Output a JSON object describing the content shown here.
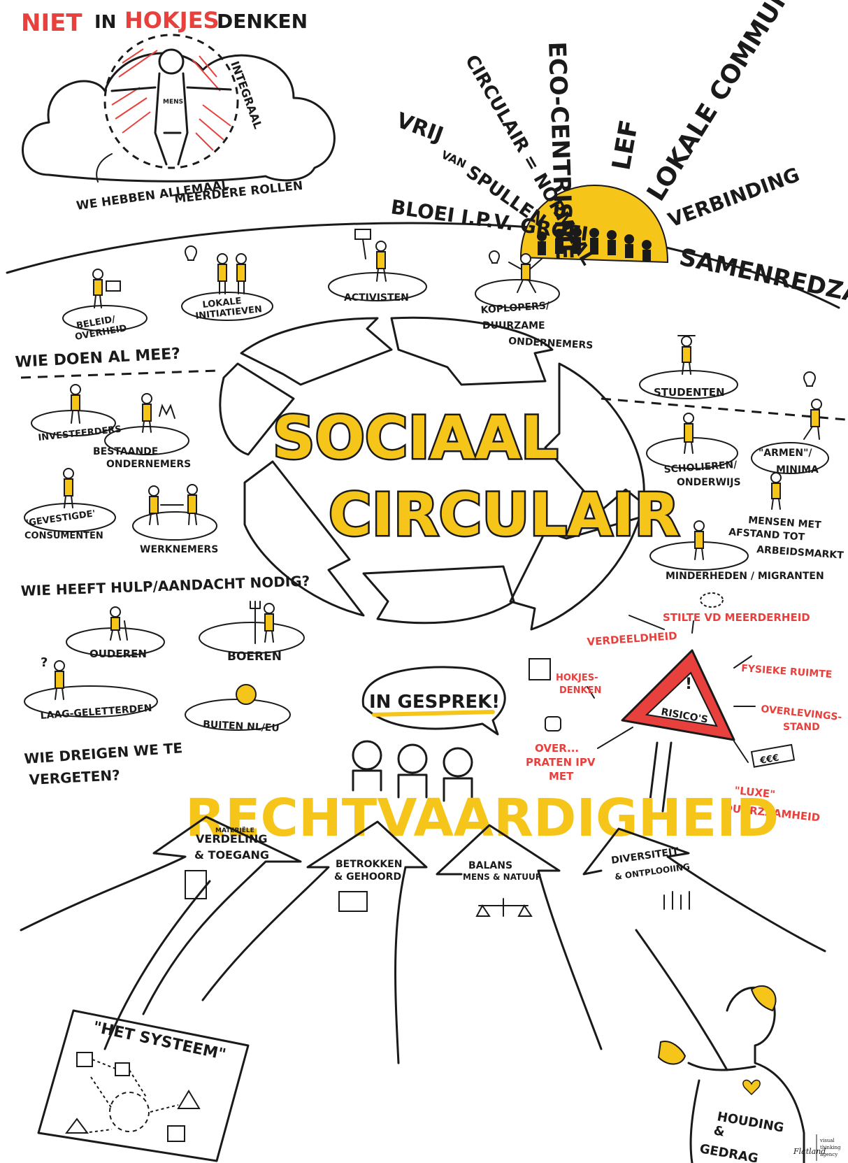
{
  "title": {
    "part1": "NIET",
    "part2": "IN",
    "part3": "HOKJES",
    "part4": "DENKEN"
  },
  "cloud": {
    "person_label": "MENS",
    "side_label": "INTEGRAAL",
    "roles_line1": "WE HEBBEN ALLEMAAL",
    "roles_line2": "MEERDERE ROLLEN"
  },
  "sun_words": [
    "VRIJ",
    "VAN",
    "SPULLEN",
    "CIRCULAIR = NORMAAL",
    "ECO-CENTRISME",
    "LEF",
    "LOKALE COMMUNITIES",
    "VERBINDING",
    "SAMENREDZAAM",
    "BLOEI I.P.V. GROEI"
  ],
  "center": {
    "line1": "SOCIAAL",
    "line2": "CIRCULAIR"
  },
  "headings": {
    "participating": "WIE DOEN AL MEE?",
    "need_help": "WIE HEEFT HULP/AANDACHT NODIG?",
    "forgotten_1": "WIE DREIGEN WE TE",
    "forgotten_2": "VERGETEN?"
  },
  "groups": {
    "beleid": "BELEID/",
    "overheid": "OVERHEID",
    "lokale": "LOKALE",
    "initiatieven": "INITIATIEVEN",
    "activisten": "ACTIVISTEN",
    "koplopers": "KOPLOPERS/",
    "duurzame": "DUURZAME",
    "ondernemers": "ONDERNEMERS",
    "investeerders": "INVESTEERDERS",
    "bestaande": "BESTAANDE",
    "bestaande_ond": "ONDERNEMERS",
    "gevestigde": "'GEVESTIGDE'",
    "consumenten": "CONSUMENTEN",
    "werknemers": "WERKNEMERS",
    "studenten": "STUDENTEN",
    "scholieren": "SCHOLIEREN/",
    "onderwijs": "ONDERWIJS",
    "armen": "\"ARMEN\"/",
    "minima": "MINIMA",
    "mensen1": "MENSEN MET",
    "mensen2": "AFSTAND TOT",
    "mensen3": "ARBEIDSMARKT",
    "minderheden": "MINDERHEDEN / MIGRANTEN",
    "ouderen": "OUDEREN",
    "boeren": "BOEREN",
    "laag": "LAAG-GELETTERDEN",
    "buiten": "BUITEN NL/EU"
  },
  "risks": {
    "sign": "RISICO'S",
    "stilte": "STILTE VD MEERDERHEID",
    "verdeeldheid": "VERDEELDHEID",
    "fysieke": "FYSIEKE RUIMTE",
    "hokjes1": "HOKJES-",
    "hokjes2": "DENKEN",
    "overlevings1": "OVERLEVINGS-",
    "overlevings2": "STAND",
    "over1": "OVER...",
    "over2": "PRATEN IPV",
    "over3": "MET",
    "luxe1": "\"LUXE\"",
    "luxe2": "DUURZAAMHEID",
    "euro": "€€€"
  },
  "gesprek": "IN GESPREK!",
  "rechtvaardigheid": "RECHTVAARDIGHEID",
  "arrows": {
    "a1_small": "MATERIËLE",
    "a1_l1": "VERDELING",
    "a1_l2": "& TOEGANG",
    "a2_l1": "BETROKKEN",
    "a2_l2": "& GEHOORD",
    "a3_l1": "BALANS",
    "a3_l2": "MENS & NATUUR",
    "a4_l1": "DIVERSITEIT",
    "a4_l2": "& ONTPLOOIING"
  },
  "systeem": "\"HET SYSTEEM\"",
  "houding1": "HOUDING",
  "houding2": "&",
  "houding3": "GEDRAG",
  "logo": {
    "name": "Flatland",
    "l1": "visual",
    "l2": "thinking",
    "l3": "agency"
  },
  "colors": {
    "accent_yellow": "#f6c51a",
    "accent_red": "#e8403c",
    "ink": "#1a1a1a"
  }
}
